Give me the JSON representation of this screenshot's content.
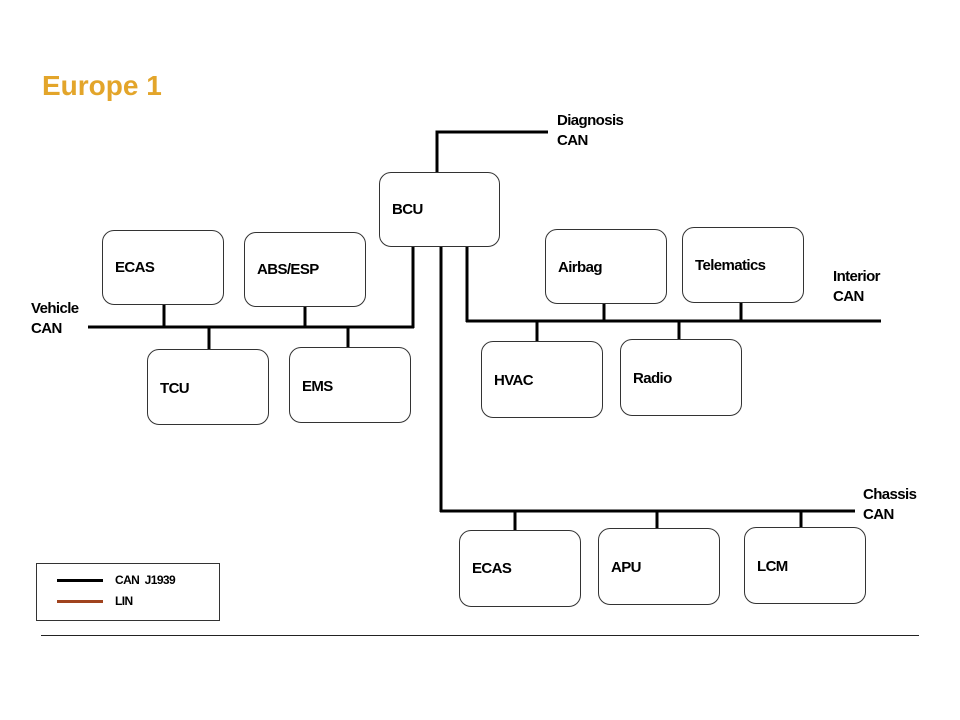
{
  "title": "Europe 1",
  "colors": {
    "title": "#e3a52a",
    "can": "#000000",
    "lin": "#a0431e"
  },
  "buses": {
    "diagnosis": {
      "label_line1": "Diagnosis",
      "label_line2": "CAN"
    },
    "vehicle": {
      "label_line1": "Vehicle",
      "label_line2": "CAN"
    },
    "interior": {
      "label_line1": "Interior",
      "label_line2": "CAN"
    },
    "chassis": {
      "label_line1": "Chassis",
      "label_line2": "CAN"
    }
  },
  "nodes": {
    "bcu": {
      "label": "BCU",
      "bus": "central gateway"
    },
    "ecas_vehicle": {
      "label": "ECAS",
      "bus": "Vehicle CAN"
    },
    "abs_esp": {
      "label": "ABS/ESP",
      "bus": "Vehicle CAN"
    },
    "tcu": {
      "label": "TCU",
      "bus": "Vehicle CAN"
    },
    "ems": {
      "label": "EMS",
      "bus": "Vehicle CAN"
    },
    "airbag": {
      "label": "Airbag",
      "bus": "Interior CAN"
    },
    "telematics": {
      "label": "Telematics",
      "bus": "Interior CAN"
    },
    "hvac": {
      "label": "HVAC",
      "bus": "Interior CAN"
    },
    "radio": {
      "label": "Radio",
      "bus": "Interior CAN"
    },
    "ecas_chassis": {
      "label": "ECAS",
      "bus": "Chassis CAN"
    },
    "apu": {
      "label": "APU",
      "bus": "Chassis CAN"
    },
    "lcm": {
      "label": "LCM",
      "bus": "Chassis CAN"
    }
  },
  "legend": {
    "items": [
      {
        "label": "CAN  J1939",
        "color": "#000000"
      },
      {
        "label": "LIN",
        "color": "#a0431e"
      }
    ]
  }
}
